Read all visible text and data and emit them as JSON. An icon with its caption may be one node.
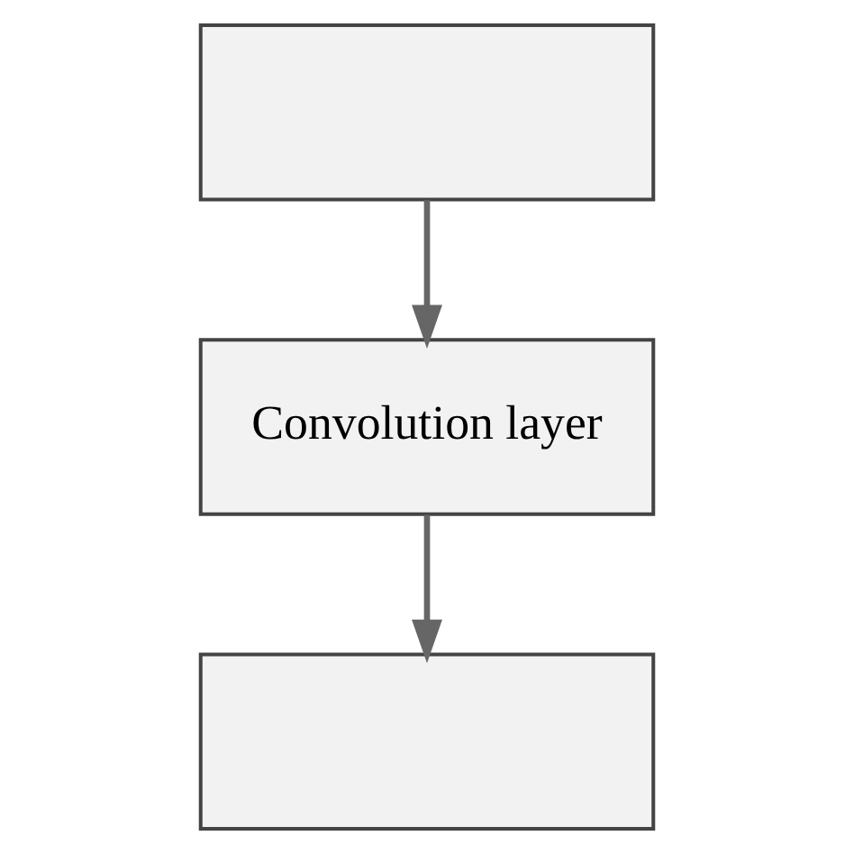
{
  "diagram": {
    "nodes": [
      {
        "text": [],
        "shape": "box"
      },
      {
        "text": [
          "Convolution layer"
        ]
      },
      {
        "text": [],
        "shape": "box"
      }
    ],
    "edges": [
      {
        "from": 0,
        "to": 1,
        "arrow": "to"
      },
      {
        "from": 1,
        "to": 2,
        "arrow": "to"
      }
    ]
  }
}
